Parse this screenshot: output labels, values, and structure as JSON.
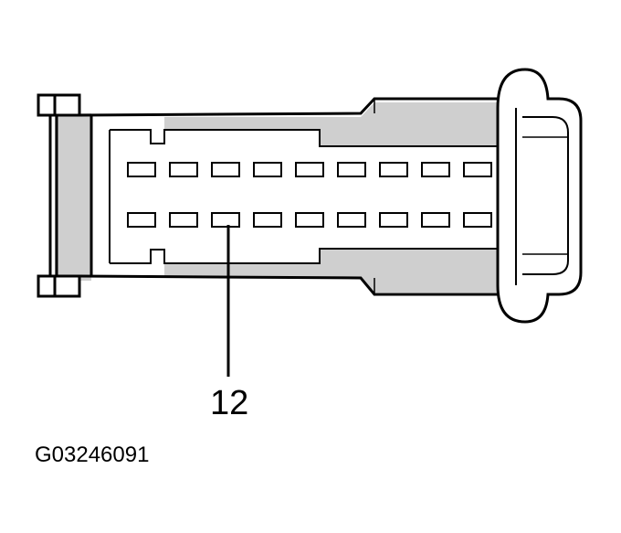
{
  "diagram": {
    "subject": "connector-face",
    "pin_rows": 2,
    "pins_per_row": 9,
    "callouts": [
      {
        "label": "12",
        "row": 2,
        "pin": 3
      }
    ],
    "figure_id": "G03246091"
  },
  "colors": {
    "line": "#000000",
    "shade": "#cfcfcf",
    "background": "#ffffff"
  }
}
